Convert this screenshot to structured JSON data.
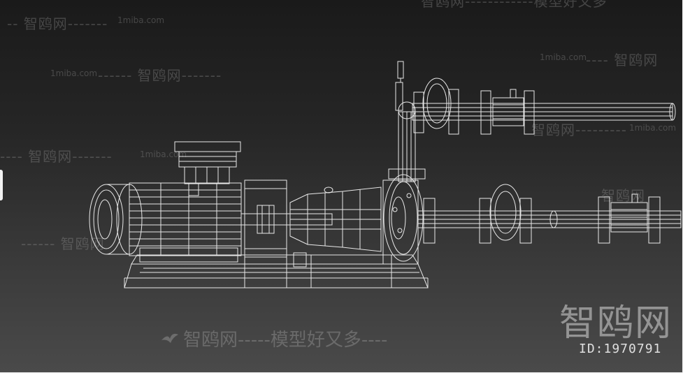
{
  "watermarks": {
    "site": "1miba.com",
    "brand": "智鸥网",
    "slogan": "智鸥网-----模型好又多----",
    "top_fragment": "智鸥网------------模型好又多",
    "big": "智鸥网",
    "id": "ID:1970791"
  }
}
